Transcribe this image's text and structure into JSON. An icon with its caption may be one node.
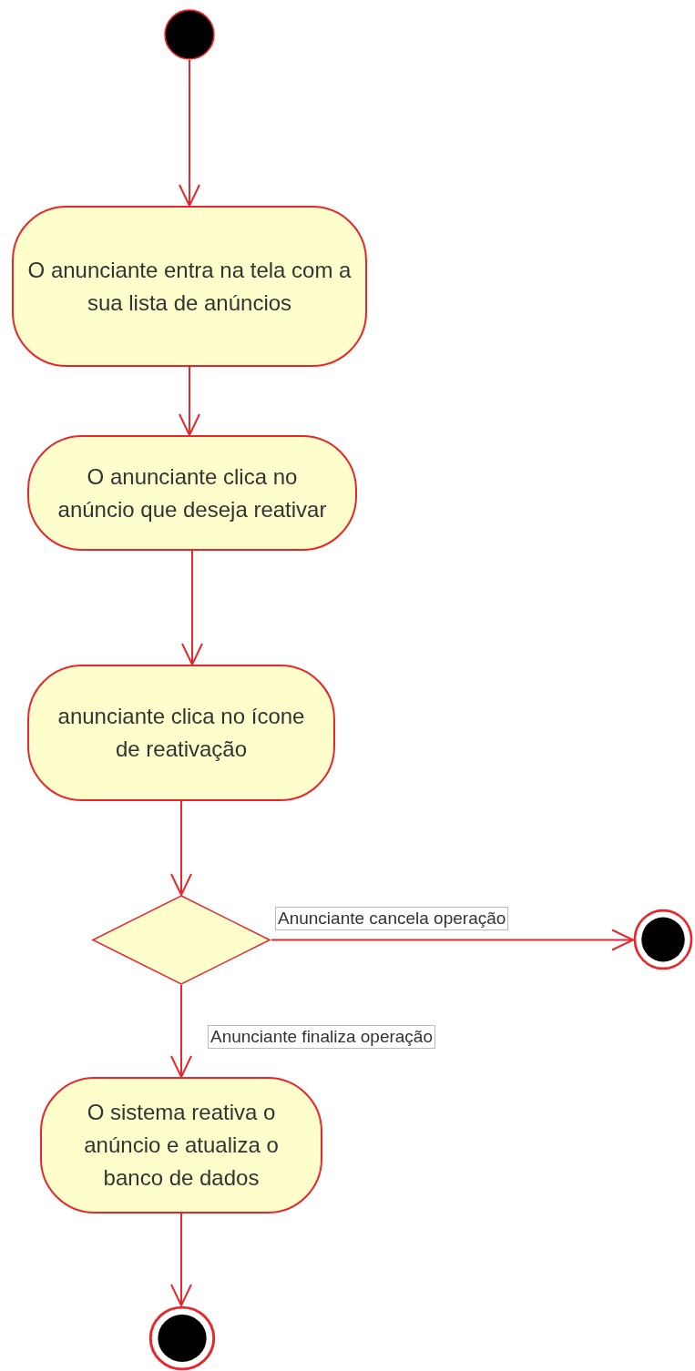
{
  "diagram": {
    "nodes": [
      {
        "text": [],
        "shape": "circle"
      },
      {
        "text": [
          "O anunciante entra na tela com a sua lista de anúncios"
        ]
      },
      {
        "text": [
          "O anunciante clica no anúncio que deseja reativar"
        ]
      },
      {
        "text": [
          "anunciante clica no ícone de reativação"
        ]
      },
      {
        "text": [],
        "shape": "diamond"
      },
      {
        "text": [],
        "shape": "circle"
      },
      {
        "text": [
          "O sistema reativa o anúncio e atualiza o banco de dados"
        ]
      },
      {
        "text": [],
        "shape": "circle"
      }
    ],
    "edges": [
      {
        "from": 0,
        "to": 1,
        "arrow": "to"
      },
      {
        "from": 1,
        "to": 2,
        "arrow": "to"
      },
      {
        "from": 2,
        "to": 3,
        "arrow": "to"
      },
      {
        "from": 3,
        "to": 4,
        "arrow": "to"
      },
      {
        "from": 4,
        "to": 5,
        "arrow": "to",
        "label": "Anunciante cancela operação"
      },
      {
        "from": 4,
        "to": 6,
        "arrow": "to",
        "label": "Anunciante finaliza operação"
      },
      {
        "from": 6,
        "to": 7,
        "arrow": "to"
      }
    ]
  }
}
